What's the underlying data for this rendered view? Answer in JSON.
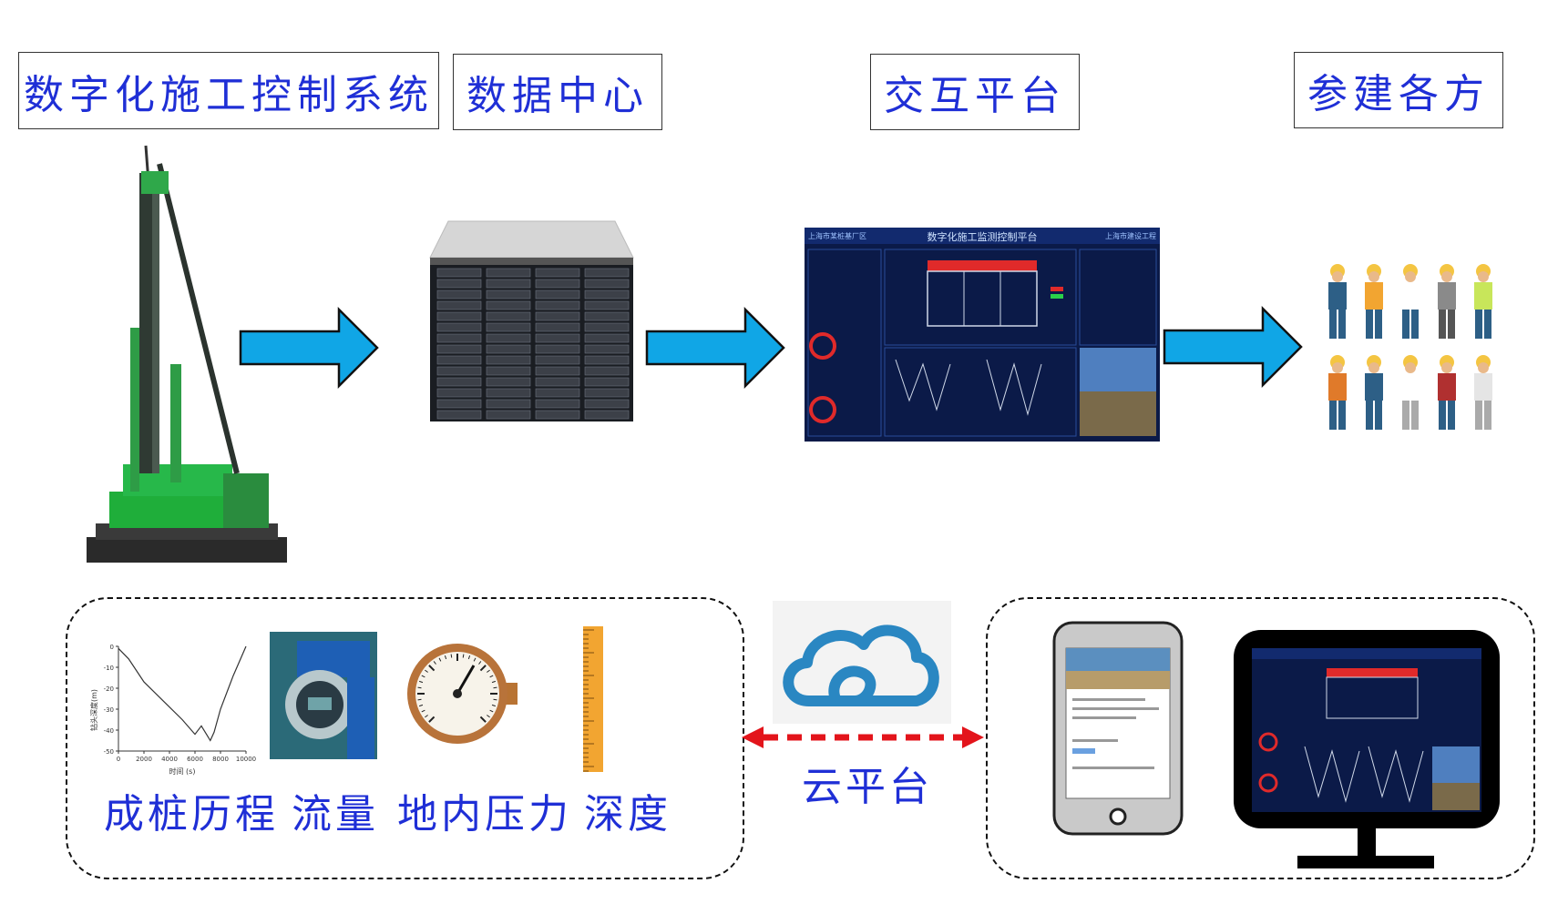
{
  "titles": {
    "control_system": "数字化施工控制系统",
    "data_center": "数据中心",
    "interaction_platform": "交互平台",
    "stakeholders": "参建各方"
  },
  "sensor_labels": {
    "pile_history": "成桩历程",
    "flow": "流量",
    "ground_pressure": "地内压力",
    "depth": "深度"
  },
  "cloud_label": "云平台",
  "dashboard": {
    "title": "数字化施工监测控制平台",
    "left_header": "上海市某桩基厂区",
    "right_header": "上海市建设工程"
  },
  "chart_data": {
    "type": "line",
    "title": "",
    "xlabel": "时间 (s)",
    "ylabel": "钻头深度(m)",
    "x_ticks": [
      0,
      2000,
      4000,
      6000,
      8000,
      10000
    ],
    "y_ticks": [
      0,
      -10,
      -20,
      -30,
      -40,
      -50
    ],
    "xlim": [
      0,
      10000
    ],
    "ylim": [
      -50,
      0
    ],
    "series": [
      {
        "x": [
          0,
          800,
          2000,
          3500,
          5000,
          6000,
          6500,
          6900,
          7200,
          7500,
          8000,
          9000,
          10000
        ],
        "y": [
          -1,
          -6,
          -17,
          -26,
          -35,
          -42,
          -38,
          -42,
          -45,
          -41,
          -30,
          -14,
          0
        ]
      }
    ]
  },
  "colors": {
    "title_text": "#1f2fd6",
    "arrow_fill": "#10a6e6",
    "dashed_arrow": "#e3141b",
    "cloud": "#2a87c2"
  }
}
